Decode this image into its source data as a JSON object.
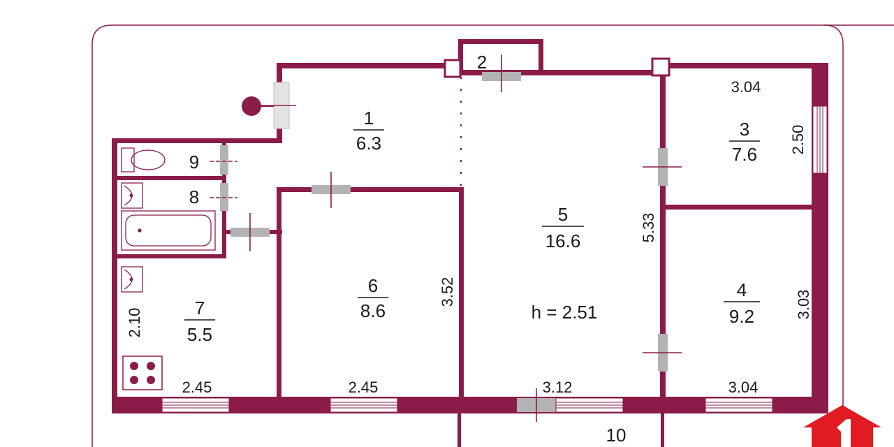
{
  "colors": {
    "wall": "#8b1c4a",
    "wall_dark": "#7a1541",
    "door": "#b3b3b3",
    "window": "#ffffff",
    "text": "#1a1a1a",
    "frame": "#8b1c4a"
  },
  "rooms": [
    {
      "id": "1",
      "area": "6.3"
    },
    {
      "id": "3",
      "area": "7.6"
    },
    {
      "id": "4",
      "area": "9.2"
    },
    {
      "id": "5",
      "area": "16.6"
    },
    {
      "id": "6",
      "area": "8.6"
    },
    {
      "id": "7",
      "area": "5.5"
    }
  ],
  "room_labels": {
    "r2": "2",
    "r8": "8",
    "r9": "9",
    "r10": "10"
  },
  "dimensions": {
    "room3_width": "3.04",
    "room3_depth": "2.50",
    "room5_depth": "5.33",
    "room4_depth": "3.03",
    "room4_width": "3.04",
    "room5_width": "3.12",
    "room6_depth": "3.52",
    "room6_width": "2.45",
    "room7_width": "2.45",
    "room7_depth": "2.10"
  },
  "ceiling_height": "h = 2.51",
  "icons": [
    "riser-icon",
    "toilet-icon",
    "sink-icon",
    "bathtub-icon",
    "stove-icon",
    "logo-icon"
  ]
}
